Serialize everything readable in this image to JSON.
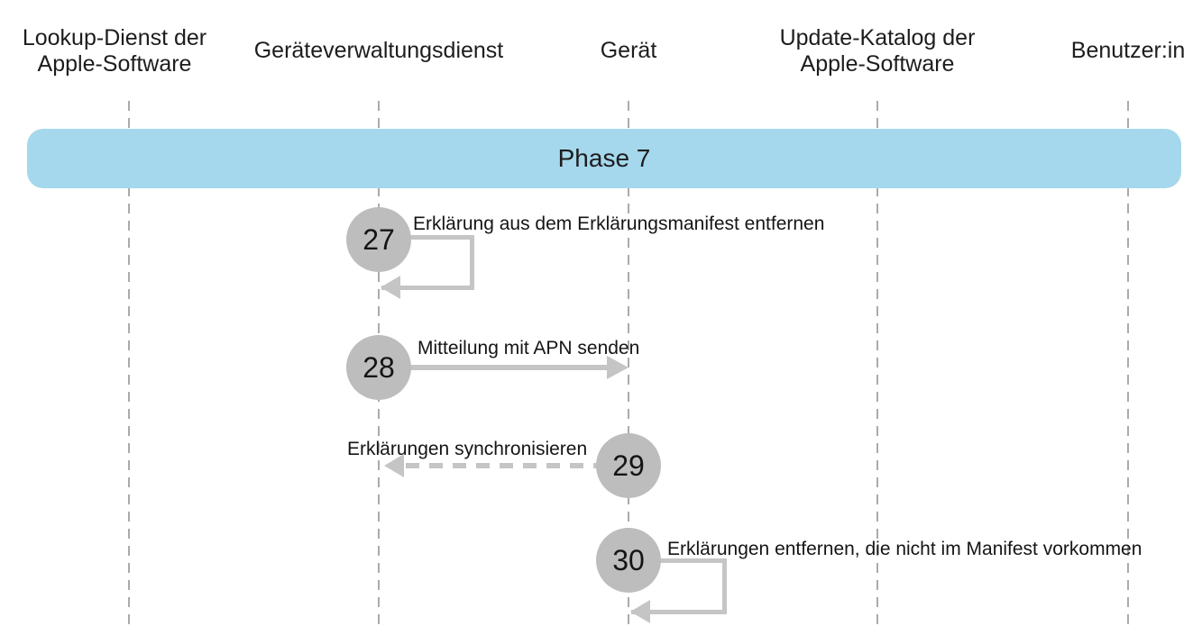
{
  "diagram": {
    "phase": {
      "label": "Phase 7"
    },
    "actors": [
      {
        "name": "Lookup-Dienst der Apple-Software",
        "line1": "Lookup-Dienst der",
        "line2": "Apple-Software"
      },
      {
        "name": "Geräteverwaltungsdienst",
        "line1": "Geräteverwaltungsdienst"
      },
      {
        "name": "Gerät",
        "line1": "Gerät"
      },
      {
        "name": "Update-Katalog der Apple-Software",
        "line1": "Update-Katalog der",
        "line2": "Apple-Software"
      },
      {
        "name": "Benutzer:in",
        "line1": "Benutzer:in"
      }
    ],
    "steps": [
      {
        "number": "27",
        "label": "Erklärung aus dem Erklärungsmanifest entfernen",
        "from": "Geräteverwaltungsdienst",
        "to": "Geräteverwaltungsdienst",
        "arrow_type": "self-loop"
      },
      {
        "number": "28",
        "label": "Mitteilung mit APN senden",
        "from": "Geräteverwaltungsdienst",
        "to": "Gerät",
        "arrow_type": "solid"
      },
      {
        "number": "29",
        "label": "Erklärungen synchronisieren",
        "from": "Gerät",
        "to": "Geräteverwaltungsdienst",
        "arrow_type": "dashed"
      },
      {
        "number": "30",
        "label": "Erklärungen entfernen, die nicht im Manifest vorkommen",
        "from": "Gerät",
        "to": "Gerät",
        "arrow_type": "self-loop"
      }
    ],
    "colors": {
      "phase_fill": "#A5D8EC",
      "circle_fill": "#BDBDBD",
      "arrow_gray": "#C5C5C5",
      "lifeline_gray": "#ABABAB",
      "text": "#1D1D1F"
    }
  }
}
